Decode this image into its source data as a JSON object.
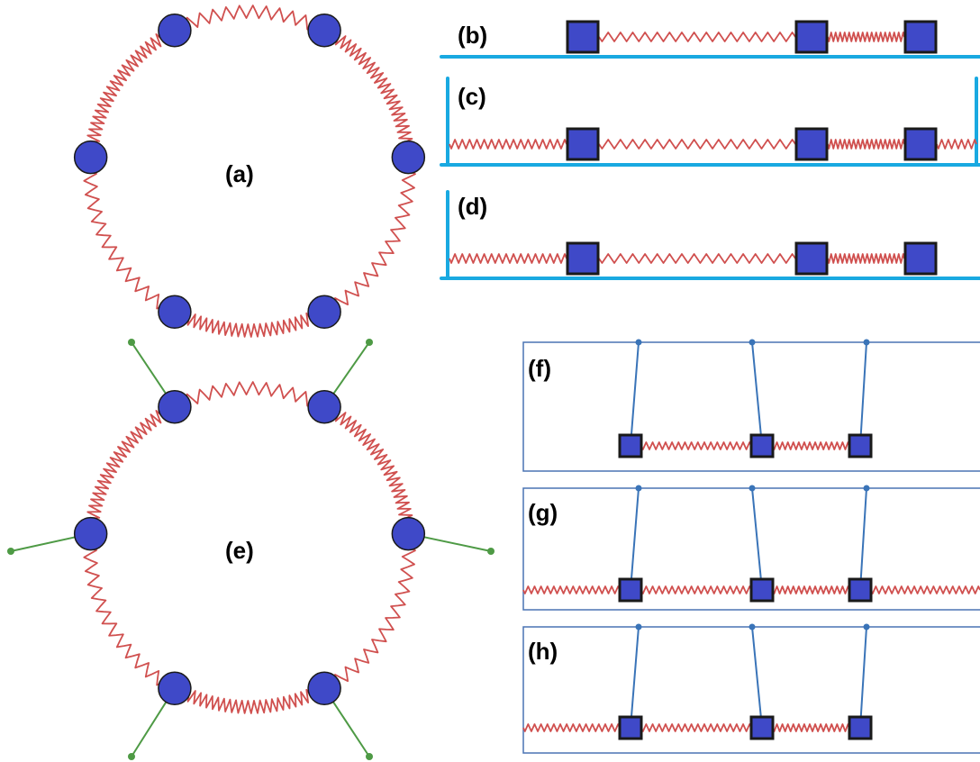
{
  "panels": {
    "a": {
      "label": "(a)"
    },
    "b": {
      "label": "(b)"
    },
    "c": {
      "label": "(c)"
    },
    "d": {
      "label": "(d)"
    },
    "e": {
      "label": "(e)"
    },
    "f": {
      "label": "(f)"
    },
    "g": {
      "label": "(g)"
    },
    "h": {
      "label": "(h)"
    }
  },
  "colors": {
    "mass_fill": "#3f49c8",
    "mass_stroke": "#1a1a1a",
    "spring": "#d0504f",
    "wall": "#19a9e1",
    "frame": "#4a73b3",
    "pendulum": "#3a74b8",
    "ground_link": "#4e9a45"
  }
}
